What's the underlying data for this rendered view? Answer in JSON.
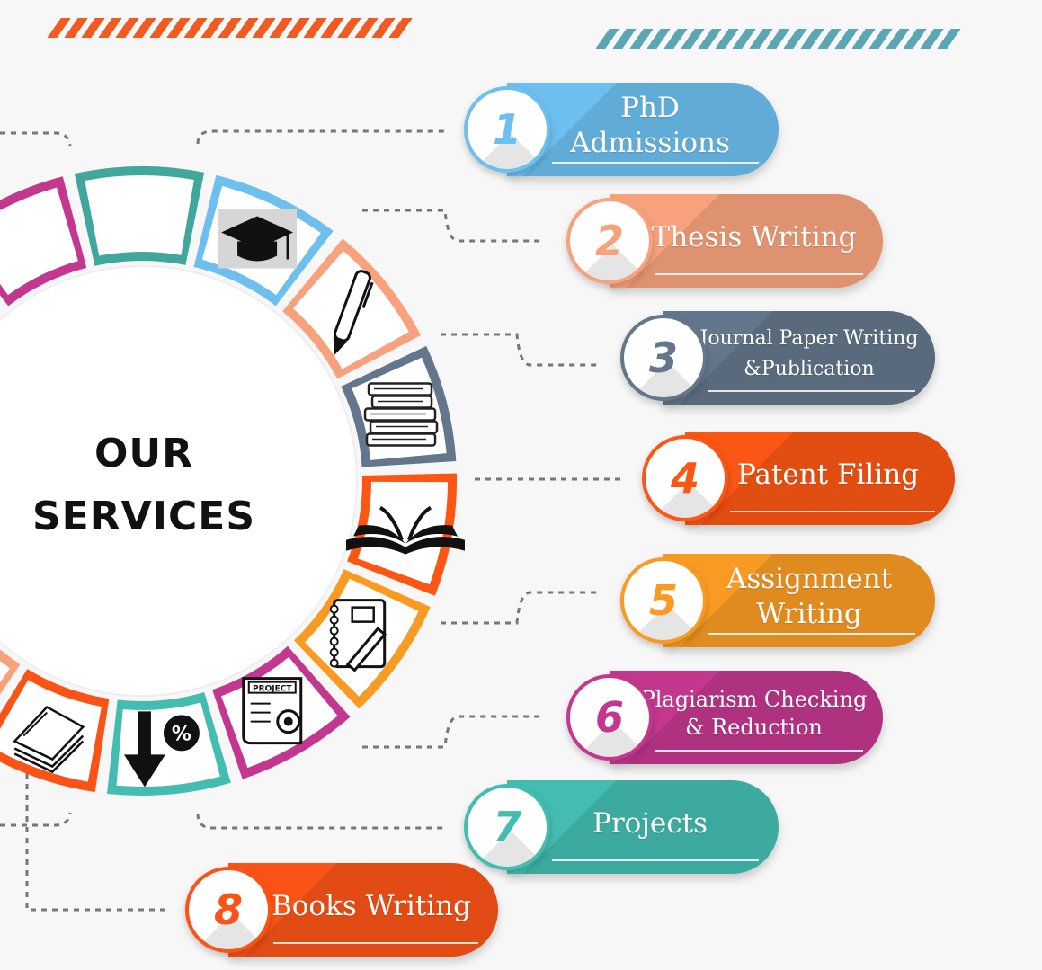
{
  "title": {
    "line1": "OUR",
    "line2": "SERVICES"
  },
  "services": [
    {
      "number": "1",
      "label": "PhD\nAdmissions",
      "color": "#6cbfee",
      "icon": "graduation-cap-icon"
    },
    {
      "number": "2",
      "label": "Thesis Writing",
      "color": "#f7a27c",
      "icon": "pen-icon"
    },
    {
      "number": "3",
      "label": "Journal Paper Writing\n&Publication",
      "color": "#63768b",
      "icon": "books-stack-icon"
    },
    {
      "number": "4",
      "label": "Patent Filing",
      "color": "#fb5613",
      "icon": "open-book-icon"
    },
    {
      "number": "5",
      "label": "Assignment\nWriting",
      "color": "#f99b23",
      "icon": "notebook-pen-icon"
    },
    {
      "number": "6",
      "label": "Plagiarism Checking\n& Reduction",
      "color": "#c3378e",
      "icon": "project-scroll-icon"
    },
    {
      "number": "7",
      "label": "Projects",
      "color": "#43bdb0",
      "icon": "percent-down-arrow-icon"
    },
    {
      "number": "8",
      "label": "Books Writing",
      "color": "#fb5315",
      "icon": "paper-stack-icon"
    }
  ],
  "project_icon_text": "PROJECT",
  "accent_colors": {
    "stripe_left": "#f25a1f",
    "stripe_right": "#5aa7b3"
  }
}
